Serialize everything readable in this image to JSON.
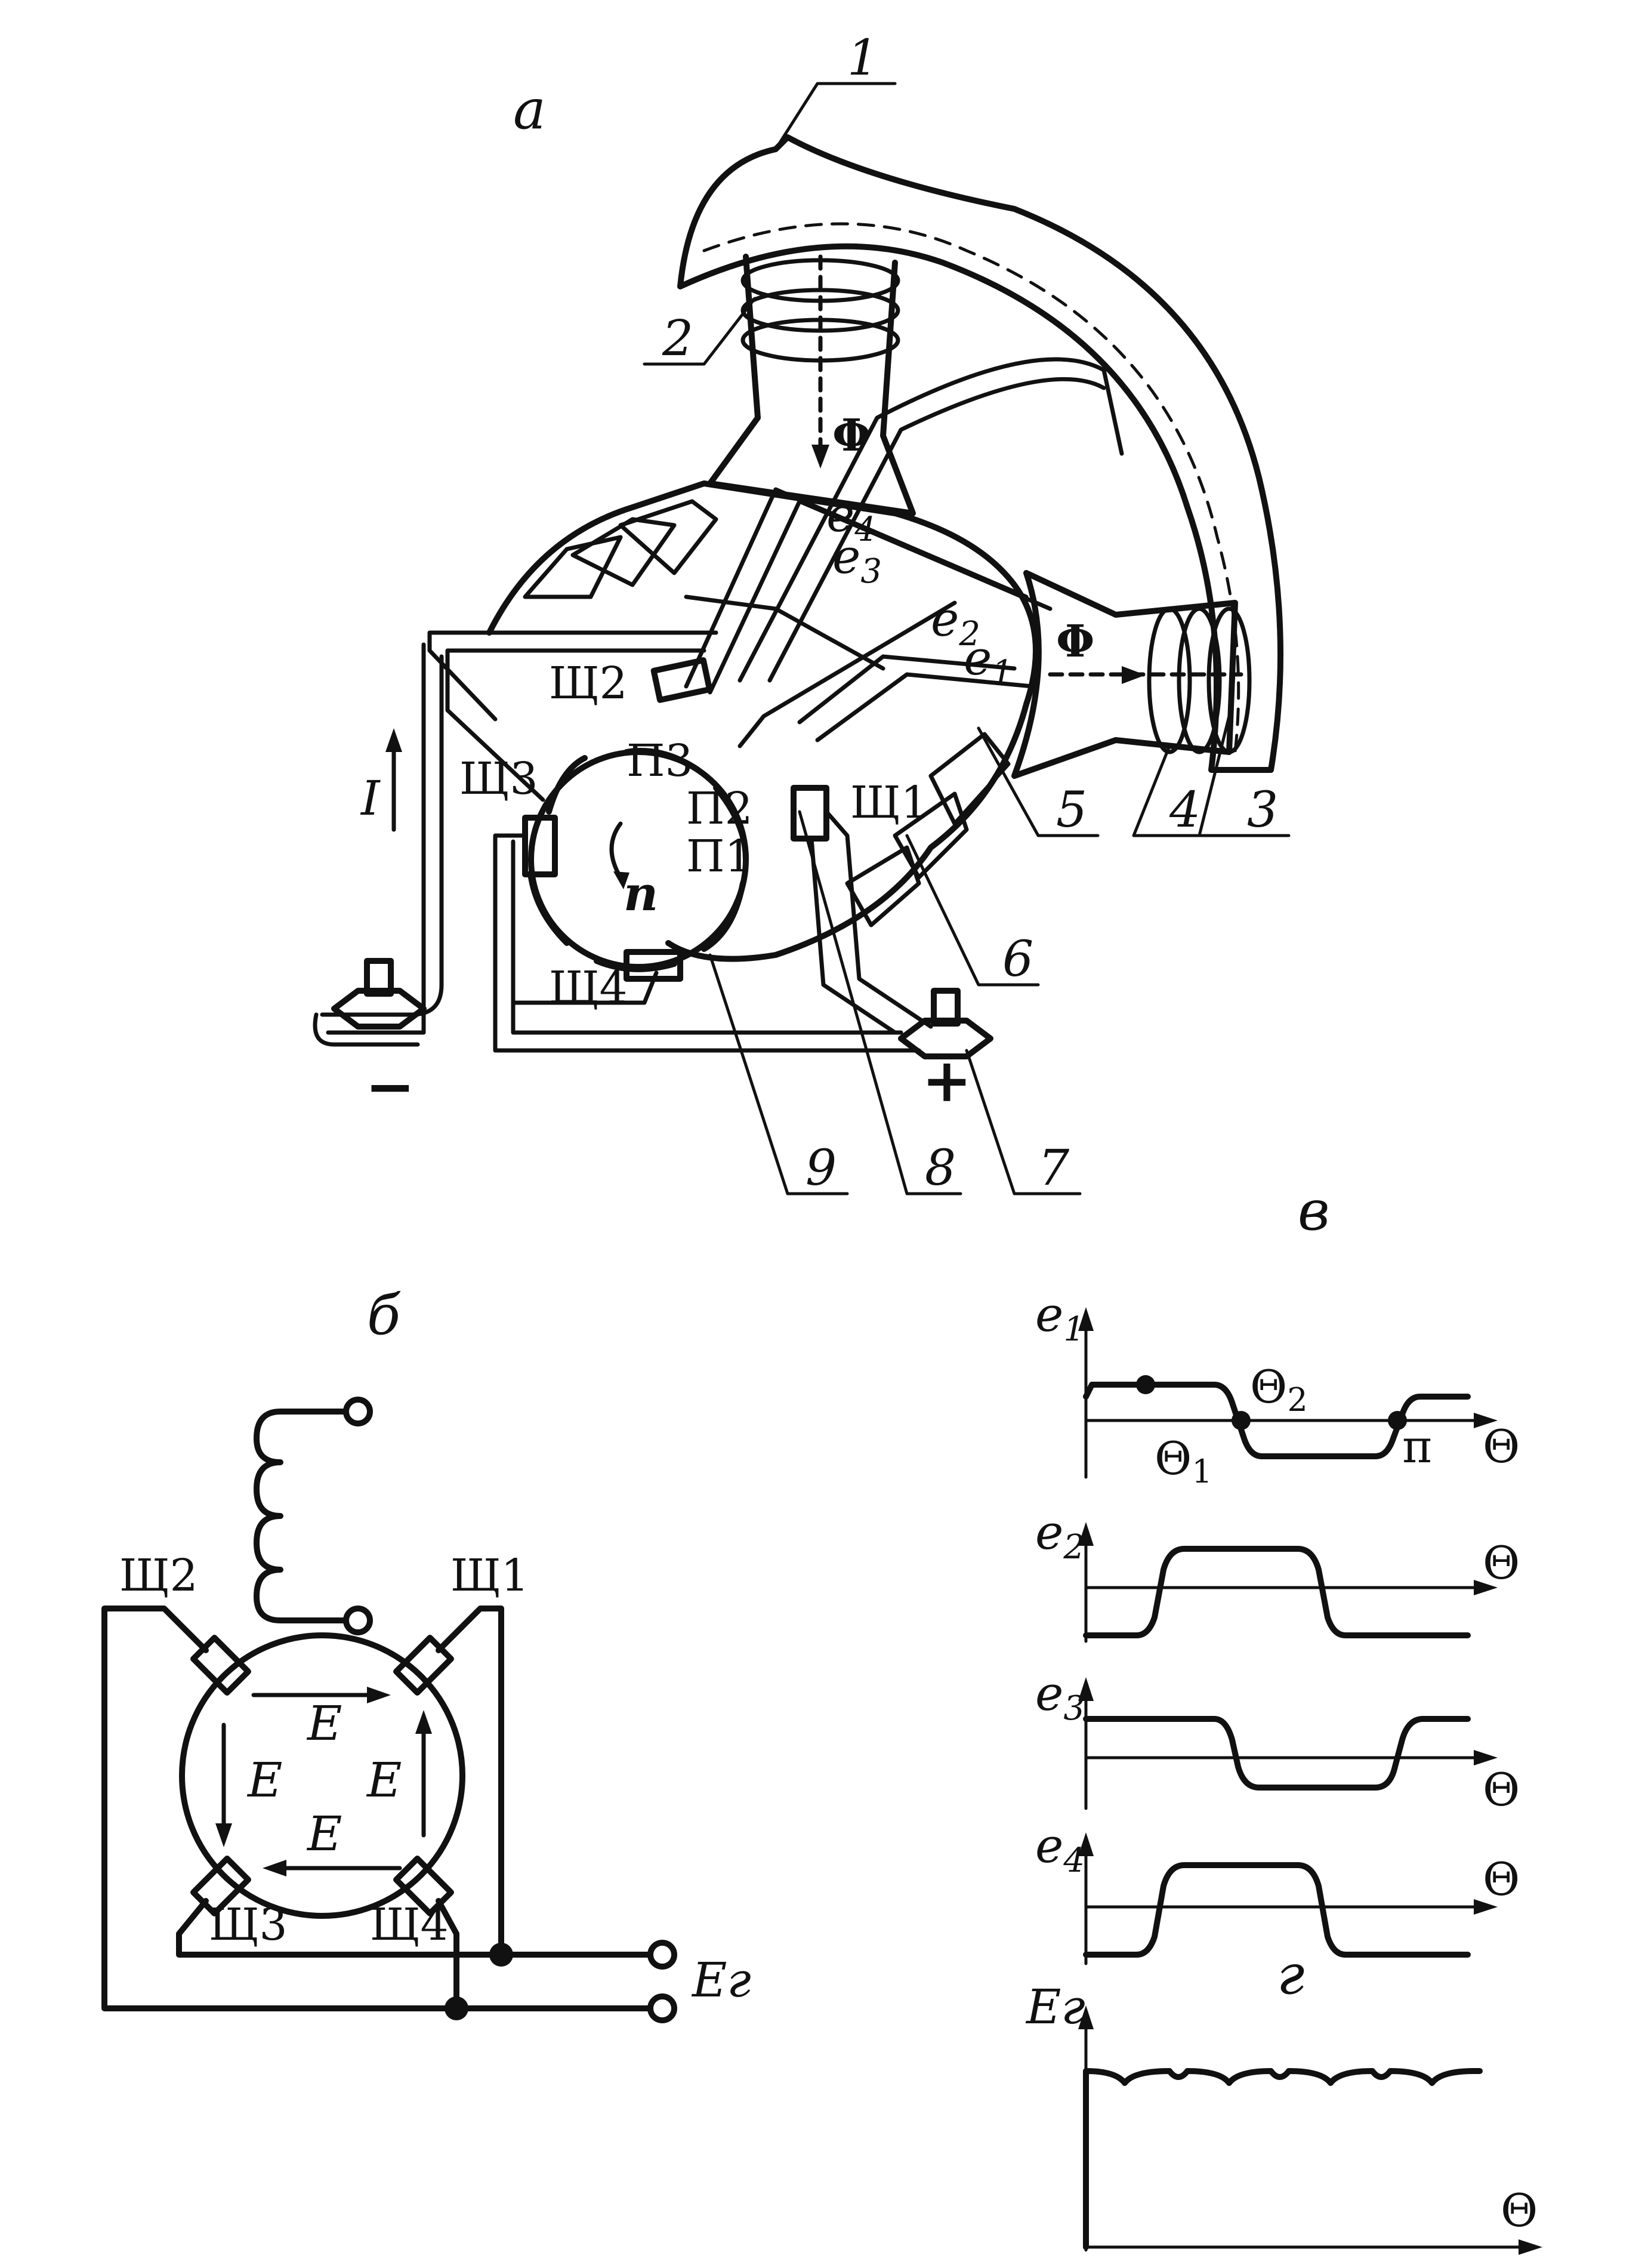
{
  "panels": {
    "a": "а",
    "b": "б",
    "v": "в",
    "g": "г"
  },
  "machine": {
    "callouts": [
      "1",
      "2",
      "3",
      "4",
      "5",
      "6",
      "7",
      "8",
      "9"
    ],
    "flux": "Φ",
    "emf_labels": [
      "e1",
      "e2",
      "e3",
      "e4"
    ],
    "brushes": [
      "Щ1",
      "Щ2",
      "Щ3",
      "Щ4"
    ],
    "plates": [
      "П1",
      "П2",
      "П3"
    ],
    "rotation": "n",
    "current": "I",
    "minus": "−",
    "plus": "+"
  },
  "scheme": {
    "brushes": [
      "Щ1",
      "Щ2",
      "Щ3",
      "Щ4"
    ],
    "emf": "E",
    "output": "Eг"
  },
  "waveforms": {
    "signals": [
      "e1",
      "e2",
      "e3",
      "e4"
    ],
    "axis": "Θ",
    "theta1": "Θ1",
    "theta2": "Θ2",
    "pi": "π",
    "output_signal": "Eг"
  },
  "colors": {
    "ink": "#111111",
    "paper": "#ffffff"
  }
}
